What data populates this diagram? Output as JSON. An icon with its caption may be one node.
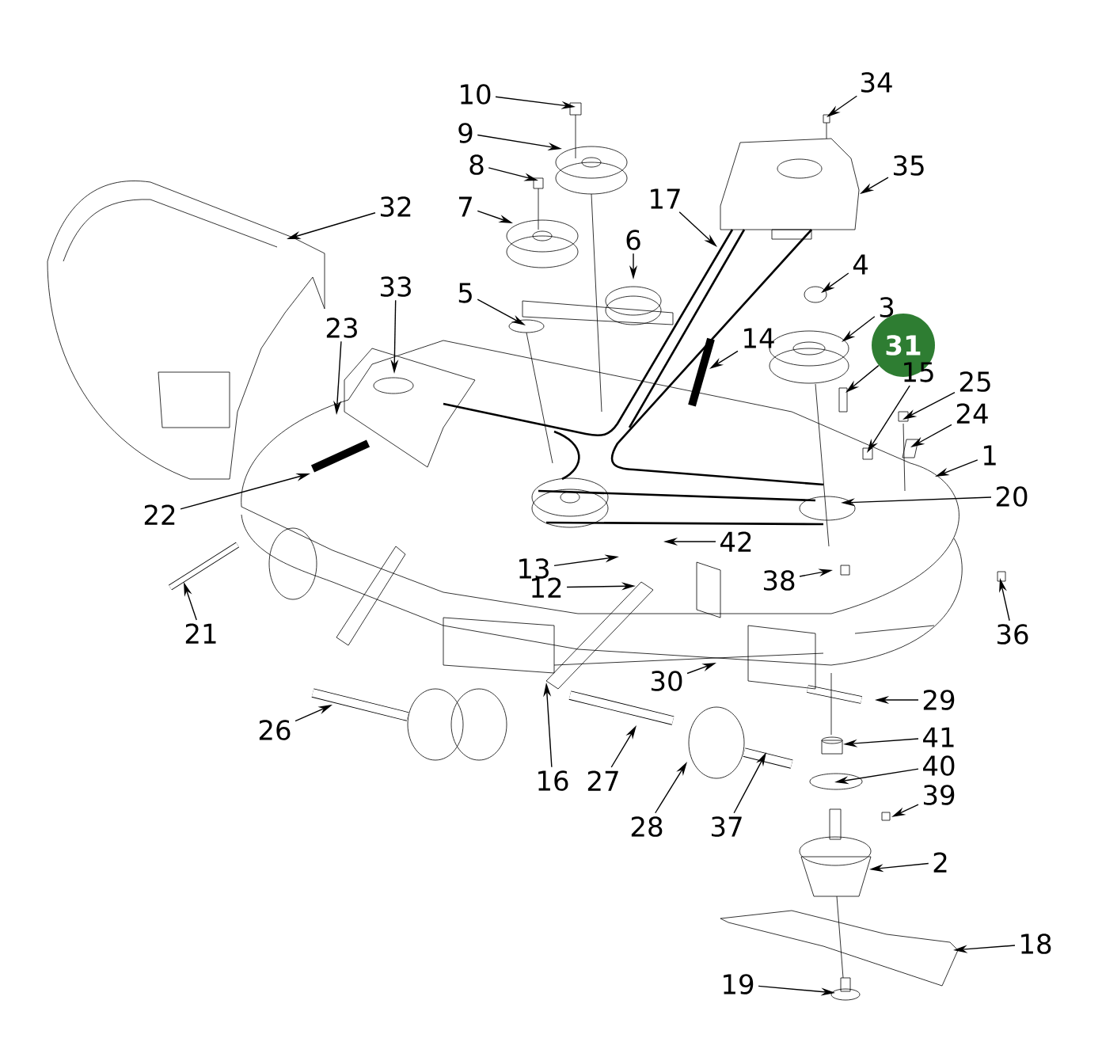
{
  "diagram": {
    "nodes": [
      {
        "text": [
          "34"
        ]
      },
      {
        "text": [
          "10"
        ]
      },
      {
        "text": [
          "9"
        ]
      },
      {
        "text": [
          "8"
        ]
      },
      {
        "text": [
          "35"
        ]
      },
      {
        "text": [
          "17"
        ]
      },
      {
        "text": [
          "32"
        ]
      },
      {
        "text": [
          "7"
        ]
      },
      {
        "text": [
          "6"
        ]
      },
      {
        "text": [
          "4"
        ]
      },
      {
        "text": [
          "33"
        ]
      },
      {
        "text": [
          "5"
        ]
      },
      {
        "text": [
          "3"
        ]
      },
      {
        "text": [
          "23"
        ]
      },
      {
        "text": [
          "14"
        ]
      },
      {
        "text": [
          "31"
        ]
      },
      {
        "text": [
          "15"
        ]
      },
      {
        "text": [
          "25"
        ]
      },
      {
        "text": [
          "24"
        ]
      },
      {
        "text": [
          "1"
        ]
      },
      {
        "text": [
          "20"
        ]
      },
      {
        "text": [
          "22"
        ]
      },
      {
        "text": [
          "42"
        ]
      },
      {
        "text": [
          "13"
        ]
      },
      {
        "text": [
          "38"
        ]
      },
      {
        "text": [
          "12"
        ]
      },
      {
        "text": [
          "21"
        ]
      },
      {
        "text": [
          "36"
        ]
      },
      {
        "text": [
          "30"
        ]
      },
      {
        "text": [
          "29"
        ]
      },
      {
        "text": [
          "26"
        ]
      },
      {
        "text": [
          "41"
        ]
      },
      {
        "text": [
          "40"
        ]
      },
      {
        "text": [
          "16"
        ]
      },
      {
        "text": [
          "27"
        ]
      },
      {
        "text": [
          "39"
        ]
      },
      {
        "text": [
          "28"
        ]
      },
      {
        "text": [
          "37"
        ]
      },
      {
        "text": [
          "2"
        ]
      },
      {
        "text": [
          "18"
        ]
      },
      {
        "text": [
          "19"
        ]
      }
    ],
    "edges": [
      {
        "from": 0,
        "to": null,
        "arrow": "to"
      },
      {
        "from": 1,
        "to": null,
        "arrow": "to"
      },
      {
        "from": 2,
        "to": null,
        "arrow": "to"
      },
      {
        "from": 3,
        "to": null,
        "arrow": "to"
      },
      {
        "from": 4,
        "to": null,
        "arrow": "to"
      },
      {
        "from": 5,
        "to": null,
        "arrow": "to"
      },
      {
        "from": 6,
        "to": null,
        "arrow": "to"
      },
      {
        "from": 7,
        "to": null,
        "arrow": "to"
      },
      {
        "from": 8,
        "to": null,
        "arrow": "to"
      },
      {
        "from": 9,
        "to": null,
        "arrow": "to"
      },
      {
        "from": 10,
        "to": null,
        "arrow": "to"
      },
      {
        "from": 11,
        "to": null,
        "arrow": "to"
      },
      {
        "from": 12,
        "to": null,
        "arrow": "to"
      },
      {
        "from": 13,
        "to": null,
        "arrow": "to"
      },
      {
        "from": 14,
        "to": null,
        "arrow": "to"
      },
      {
        "from": 15,
        "to": null,
        "arrow": "to"
      },
      {
        "from": 16,
        "to": null,
        "arrow": "to"
      },
      {
        "from": 17,
        "to": null,
        "arrow": "to"
      },
      {
        "from": 18,
        "to": null,
        "arrow": "to"
      },
      {
        "from": 19,
        "to": null,
        "arrow": "to"
      },
      {
        "from": 20,
        "to": null,
        "arrow": "to"
      },
      {
        "from": 21,
        "to": null,
        "arrow": "to"
      },
      {
        "from": 22,
        "to": null,
        "arrow": "to"
      },
      {
        "from": 23,
        "to": null,
        "arrow": "to"
      },
      {
        "from": 24,
        "to": null,
        "arrow": "to"
      },
      {
        "from": 25,
        "to": null,
        "arrow": "to"
      },
      {
        "from": 26,
        "to": null,
        "arrow": "to"
      },
      {
        "from": 27,
        "to": null,
        "arrow": "to"
      },
      {
        "from": 28,
        "to": null,
        "arrow": "to"
      },
      {
        "from": 29,
        "to": null,
        "arrow": "to"
      },
      {
        "from": 30,
        "to": null,
        "arrow": "to"
      },
      {
        "from": 31,
        "to": null,
        "arrow": "to"
      },
      {
        "from": 32,
        "to": null,
        "arrow": "to"
      },
      {
        "from": 33,
        "to": null,
        "arrow": "to"
      },
      {
        "from": 34,
        "to": null,
        "arrow": "to"
      },
      {
        "from": 35,
        "to": null,
        "arrow": "to"
      },
      {
        "from": 36,
        "to": null,
        "arrow": "to"
      },
      {
        "from": 37,
        "to": null,
        "arrow": "to"
      },
      {
        "from": 38,
        "to": null,
        "arrow": "to"
      },
      {
        "from": 39,
        "to": null,
        "arrow": "to"
      },
      {
        "from": 40,
        "to": null,
        "arrow": "to"
      }
    ]
  }
}
